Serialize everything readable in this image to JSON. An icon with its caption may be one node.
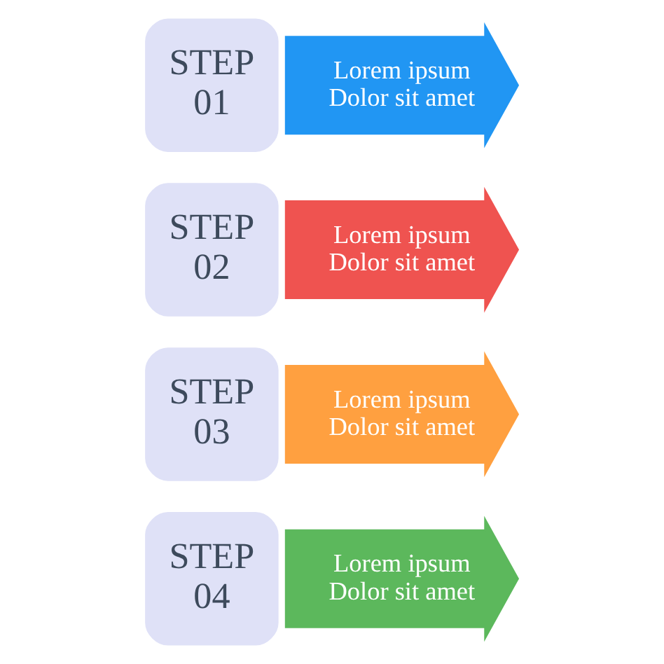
{
  "diagram": {
    "nodes": [
      {
        "text": [
          "STEP 01"
        ]
      },
      {
        "text": [
          "Lorem ipsum Dolor sit amet"
        ]
      },
      {
        "text": [
          "STEP 02"
        ]
      },
      {
        "text": [
          "Lorem ipsum Dolor sit amet"
        ]
      },
      {
        "text": [
          "STEP 03"
        ]
      },
      {
        "text": [
          "Lorem ipsum Dolor sit amet"
        ]
      },
      {
        "text": [
          "STEP 04"
        ]
      },
      {
        "text": [
          "Lorem ipsum Dolor sit amet"
        ]
      }
    ]
  }
}
